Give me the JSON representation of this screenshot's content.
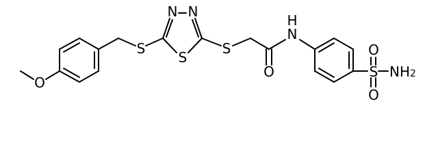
{
  "molecule": {
    "atoms": {
      "o_methoxy": "O",
      "s_benzyl": "S",
      "s_ring": "S",
      "n1_ring": "N",
      "n2_ring": "N",
      "s_link": "S",
      "o_carbonyl": "O",
      "n_amide": "N",
      "h_amide": "H",
      "s_sulfonyl": "S",
      "o_sulfonyl_top": "O",
      "o_sulfonyl_bottom": "O",
      "nh2_main": "NH",
      "nh2_sub": "2"
    }
  }
}
